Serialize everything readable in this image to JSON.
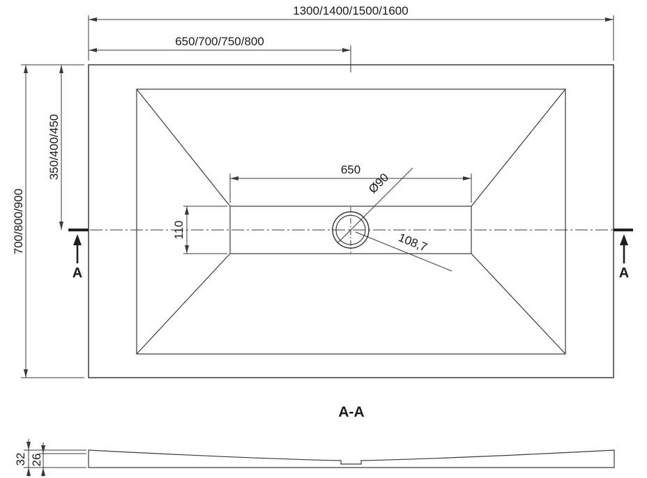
{
  "colors": {
    "line": "#3a3a3a",
    "text": "#1a1a1a",
    "background": "#ffffff"
  },
  "top_view": {
    "dim_overall_width": "1300/1400/1500/1600",
    "dim_drain_offset_x": "650/700/750/800",
    "dim_overall_depth": "700/800/900",
    "dim_drain_offset_y": "350/400/450",
    "dim_channel_length": "650",
    "dim_channel_width": "110",
    "dim_drain_diameter": "Ø90",
    "dim_drain_diagonal": "108,7",
    "section_marker_left": "A",
    "section_marker_right": "A"
  },
  "section_view": {
    "title": "A-A",
    "dim_edge_height": "32",
    "dim_center_height": "26"
  }
}
